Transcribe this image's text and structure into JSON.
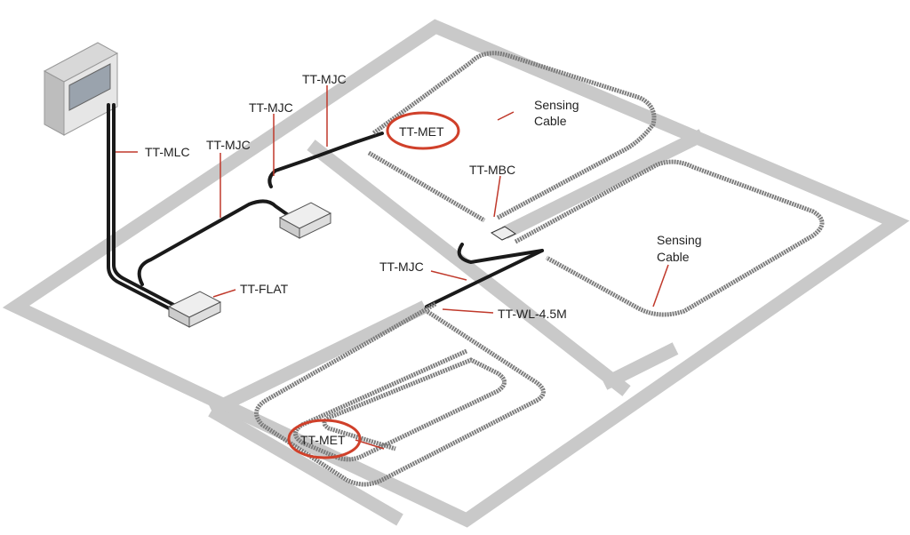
{
  "colors": {
    "floor_band": "#c9c9c9",
    "cable": "#1a1a1a",
    "sensing_cable": "#8a8a8a",
    "leader": "#c0392b",
    "highlight": "#d0402a"
  },
  "labels": {
    "mjc_1": "TT-MJC",
    "mjc_2": "TT-MJC",
    "mjc_3": "TT-MJC",
    "mjc_4": "TT-MJC",
    "mlc": "TT-MLC",
    "met_1": "TT-MET",
    "met_2": "TT-MET",
    "mbc": "TT-MBC",
    "flat": "TT-FLAT",
    "wl": "TT-WL-4.5M",
    "sensing_1_line1": "Sensing",
    "sensing_1_line2": "Cable",
    "sensing_2_line1": "Sensing",
    "sensing_2_line2": "Cable"
  }
}
